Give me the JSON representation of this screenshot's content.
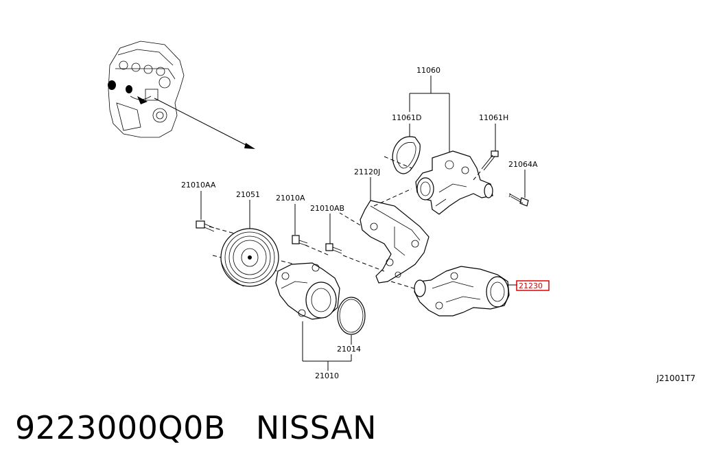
{
  "diagram": {
    "labels": {
      "p11060": "11060",
      "p11061D": "11061D",
      "p11061H": "11061H",
      "p21064A": "21064A",
      "p21120J": "21120J",
      "p21010AA": "21010AA",
      "p21051": "21051",
      "p21010A": "21010A",
      "p21010AB": "21010AB",
      "p21230": "21230",
      "p21014": "21014",
      "p21010": "21010"
    },
    "highlighted_part": "21230",
    "highlight_color": "#e00000",
    "drawing_code": "J21001T7"
  },
  "caption": {
    "part_number": "9223000Q0B",
    "brand": "NISSAN"
  }
}
